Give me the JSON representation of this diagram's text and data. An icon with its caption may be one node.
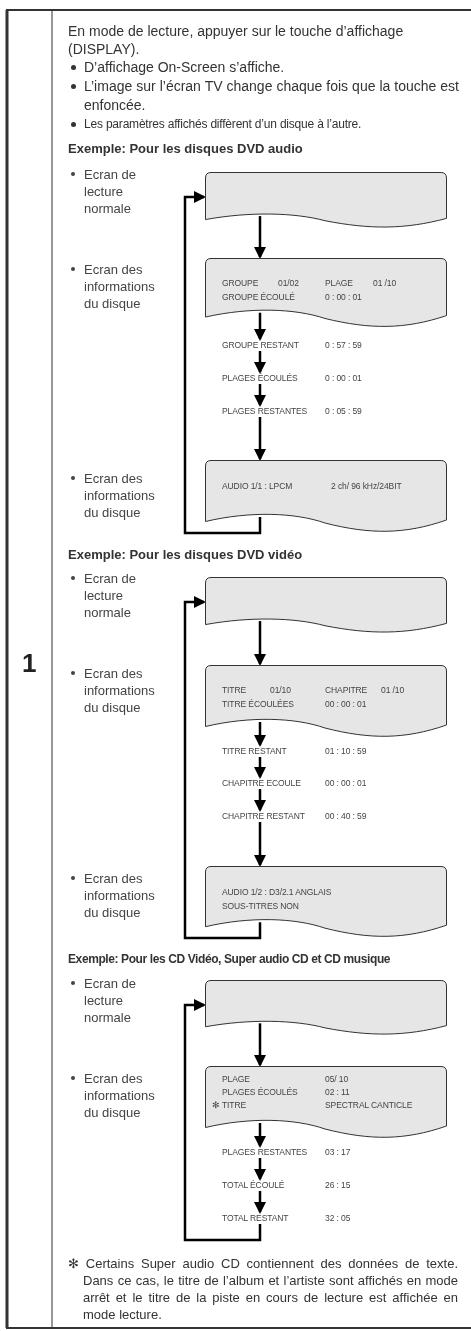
{
  "diagram": {
    "nodes": [
      {
        "text": [],
        "shape": "box"
      },
      {
        "text": [
          "GROUPE",
          "01/02",
          "PLAGE",
          "01 /10",
          "GROUPE ÉCOULÉ",
          "0 : 00 : 01"
        ],
        "beside": [
          "Ecran des informations du disque"
        ]
      },
      {
        "text": [
          "GROUPE RESTANT",
          "0 : 57 : 59"
        ]
      },
      {
        "text": [
          "PLAGES ÉCOULÉS",
          "0 : 00 : 01"
        ]
      },
      {
        "text": [
          "PLAGES RESTANTES",
          "0 : 05 : 59"
        ]
      },
      {
        "text": [
          "AUDIO 1/1 : LPCM",
          "2 ch/ 96 kHz/24BIT"
        ],
        "beside": [
          "Ecran des informations du disque"
        ]
      },
      {
        "text": [],
        "shape": "box"
      },
      {
        "text": [
          "TITRE",
          "01/10",
          "CHAPITRE",
          "01 /10",
          "TITRE ÉCOULÉES",
          "00 : 00 : 01"
        ],
        "beside": [
          "Ecran des informations du disque"
        ]
      },
      {
        "text": [
          "TITRE RESTANT",
          "01 : 10 : 59"
        ]
      },
      {
        "text": [
          "CHAPITRE ECOULE",
          "00 : 00 : 01"
        ]
      },
      {
        "text": [
          "CHAPITRE RESTANT",
          "00 : 40 : 59"
        ]
      },
      {
        "text": [
          "AUDIO 1/2 : D3/2.1 ANGLAIS",
          "SOUS-TITRES NON"
        ],
        "beside": [
          "Ecran des informations du disque"
        ]
      },
      {
        "text": [],
        "shape": "box"
      },
      {
        "text": [
          "PLAGE",
          "05/ 10",
          "PLAGES ÉCOULÉS",
          "02 : 11",
          "✻ TITRE",
          "SPECTRAL CANTICLE"
        ],
        "beside": [
          "Ecran des informations du disque"
        ]
      },
      {
        "text": [
          "PLAGES RESTANTES",
          "03 : 17"
        ]
      },
      {
        "text": [
          "TOTAL ÉCOULÉ",
          "26 : 15"
        ]
      },
      {
        "text": [
          "TOTAL RESTANT",
          "32 : 05"
        ]
      }
    ],
    "edges": [
      {
        "from": 0,
        "to": 1,
        "arrow": "to"
      },
      {
        "from": 1,
        "to": 2,
        "arrow": "to"
      },
      {
        "from": 2,
        "to": 3,
        "arrow": "to"
      },
      {
        "from": 3,
        "to": 4,
        "arrow": "to"
      },
      {
        "from": 4,
        "to": 5,
        "arrow": "to"
      },
      {
        "from": 5,
        "to": 0,
        "arrow": "to"
      },
      {
        "from": 6,
        "to": 7,
        "arrow": "to"
      },
      {
        "from": 7,
        "to": 8,
        "arrow": "to"
      },
      {
        "from": 8,
        "to": 9,
        "arrow": "to"
      },
      {
        "from": 9,
        "to": 10,
        "arrow": "to"
      },
      {
        "from": 10,
        "to": 11,
        "arrow": "to"
      },
      {
        "from": 11,
        "to": 6,
        "arrow": "to"
      },
      {
        "from": 12,
        "to": 13,
        "arrow": "to"
      },
      {
        "from": 13,
        "to": 14,
        "arrow": "to"
      },
      {
        "from": 14,
        "to": 15,
        "arrow": "to"
      },
      {
        "from": 15,
        "to": 16,
        "arrow": "to"
      },
      {
        "from": 16,
        "to": 12,
        "arrow": "to"
      }
    ],
    "labels": [
      "En mode de lecture, appuyer sur le touche d’affichage (DISPLAY).",
      "D’affichage On-Screen s’affiche.",
      "L’image sur l’écran TV change chaque fois que la touche est enfoncée.",
      "Les paramètres affichés diffèrent d’un disque à l’autre.",
      "Exemple: Pour les disques DVD audio",
      "Ecran de lecture normale",
      "Exemple: Pour les disques DVD vidéo",
      "Ecran de lecture normale",
      "1",
      "Exemple: Pour les CD Vidéo, Super audio CD et CD musique",
      "Ecran de lecture normale",
      "✻ Certains Super audio CD contiennent des données de texte. Dans ce cas, le titre de l’album et l’artiste sont affichés en mode arrêt et le titre de la piste en cours de lecture est affichée en mode lecture."
    ]
  }
}
